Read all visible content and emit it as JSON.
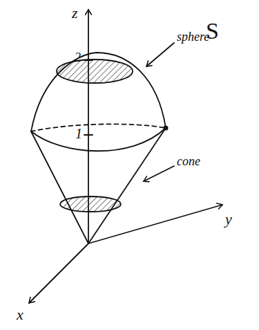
{
  "diagram": {
    "labels": [
      "z",
      "S",
      "2",
      "sphere",
      "1",
      "cone",
      "y",
      "x"
    ]
  }
}
